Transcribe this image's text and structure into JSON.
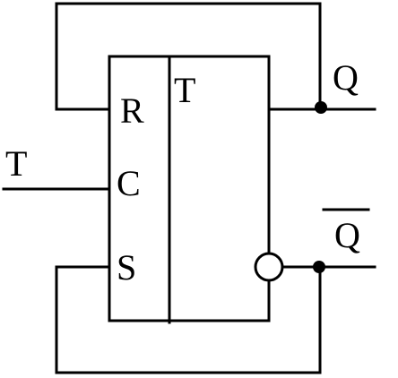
{
  "diagram": {
    "block": {
      "function_label": "T",
      "inputs": {
        "reset": "R",
        "clock": "C",
        "set": "S"
      }
    },
    "external": {
      "input_label": "T",
      "output_q": "Q",
      "output_q_bar": "Q"
    },
    "colors": {
      "line": "#000000",
      "background": "#ffffff"
    }
  }
}
